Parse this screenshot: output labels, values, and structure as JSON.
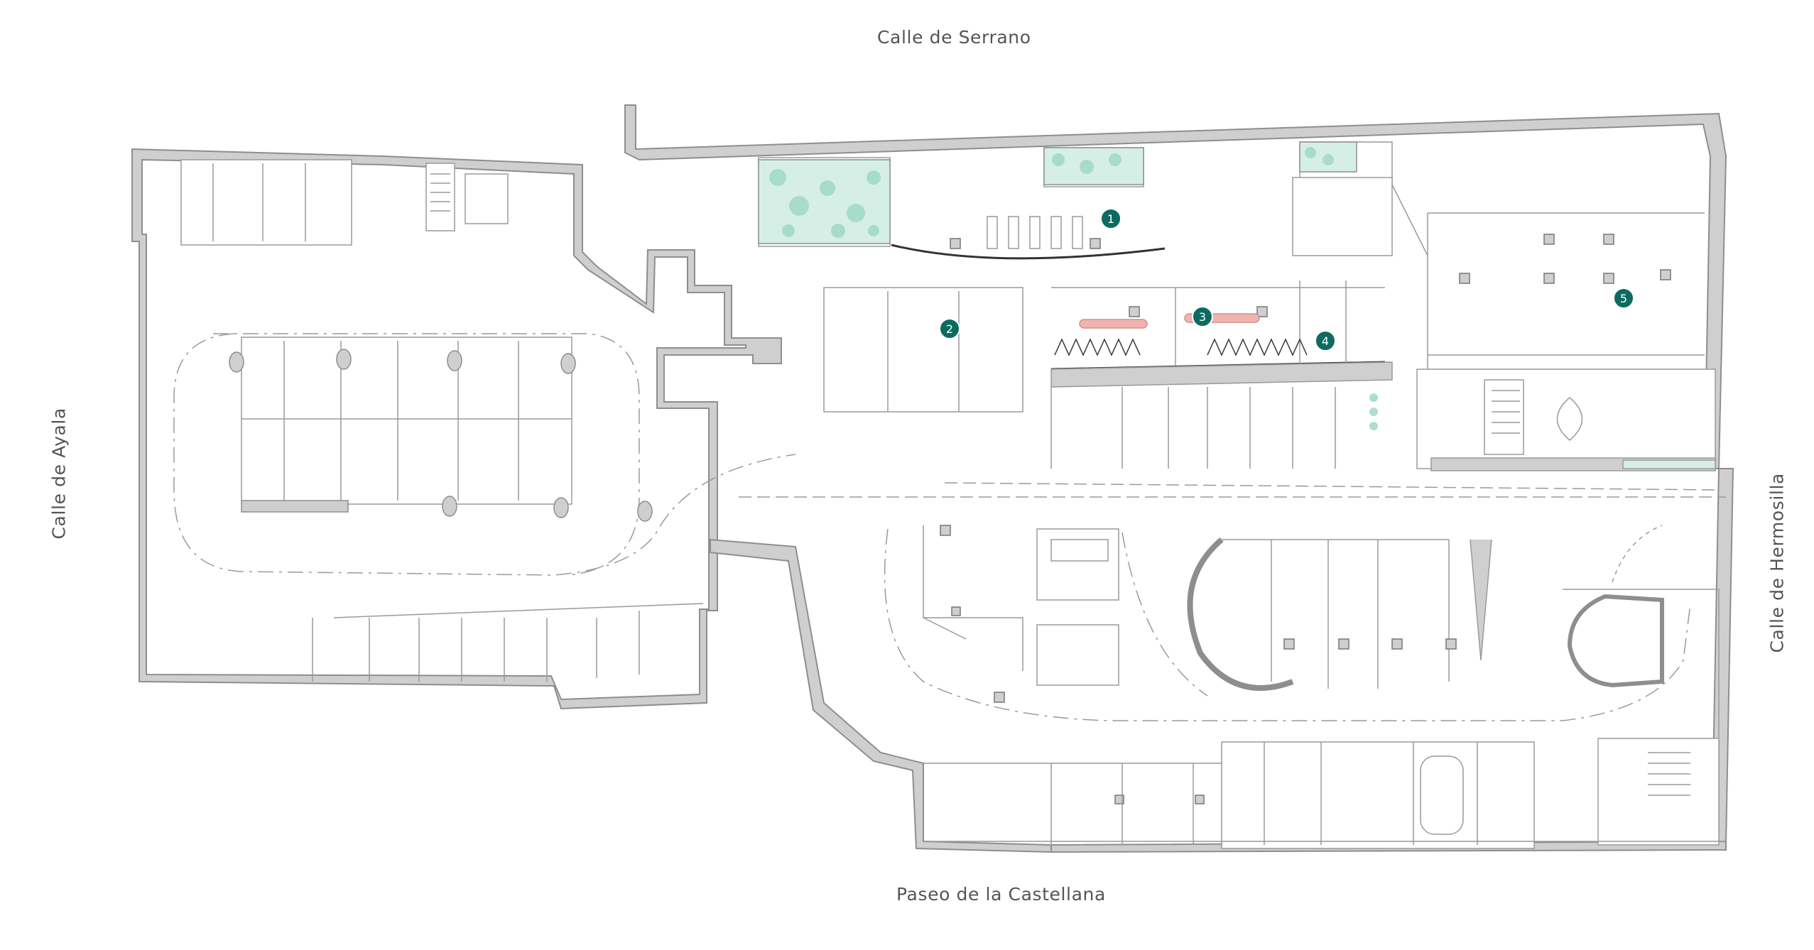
{
  "streets": {
    "north": "Calle de Serrano",
    "south": "Paseo de la Castellana",
    "west": "Calle de Ayala",
    "east": "Calle de Hermosilla"
  },
  "markers": [
    "1",
    "2",
    "3",
    "4",
    "5"
  ],
  "colors": {
    "wall": "#c9c9c9",
    "wall_edge": "#8e8e8e",
    "line": "#9a9a9a",
    "marker": "#0b6b61",
    "plants": "#9fd9c5",
    "benches": "#f0b3b0",
    "text": "#555555"
  }
}
